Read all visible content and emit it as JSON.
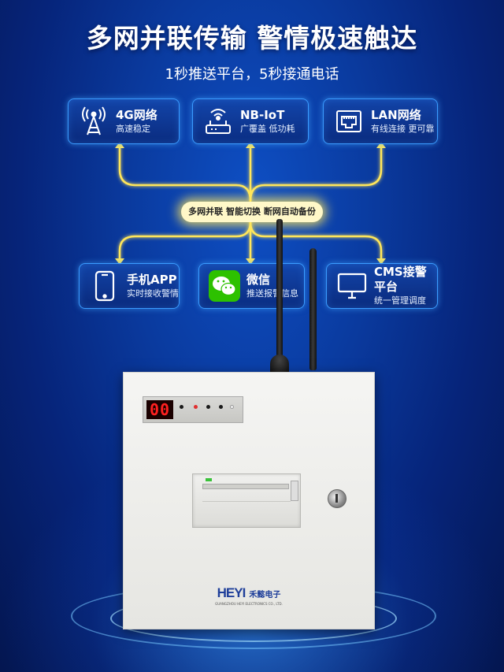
{
  "title": "多网并联传输 警情极速触达",
  "subtitle": "1秒推送平台，5秒接通电话",
  "networks": [
    {
      "name": "4G网络",
      "desc": "高速稳定",
      "icon": "cell-tower-icon"
    },
    {
      "name": "NB-IoT",
      "desc": "广覆盖 低功耗",
      "icon": "iot-router-icon"
    },
    {
      "name": "LAN网络",
      "desc": "有线连接 更可靠",
      "icon": "ethernet-port-icon"
    }
  ],
  "center_label": "多网并联 智能切换 断网自动备份",
  "endpoints": [
    {
      "name": "手机APP",
      "desc": "实时接收警情",
      "icon": "smartphone-icon"
    },
    {
      "name": "微信",
      "desc": "推送报警信息",
      "icon": "wechat-icon"
    },
    {
      "name": "CMS接警平台",
      "desc": "统一管理调度",
      "icon": "monitor-icon"
    }
  ],
  "device": {
    "display_digits": "00",
    "brand": "HEYI",
    "brand_cn": "禾懿电子",
    "brand_en": "GUANGZHOU HEYI ELECTRONICS CO., LTD."
  },
  "colors": {
    "accent": "#3a9bff",
    "glow": "#ffe65a",
    "background": "#0a3a9e"
  }
}
